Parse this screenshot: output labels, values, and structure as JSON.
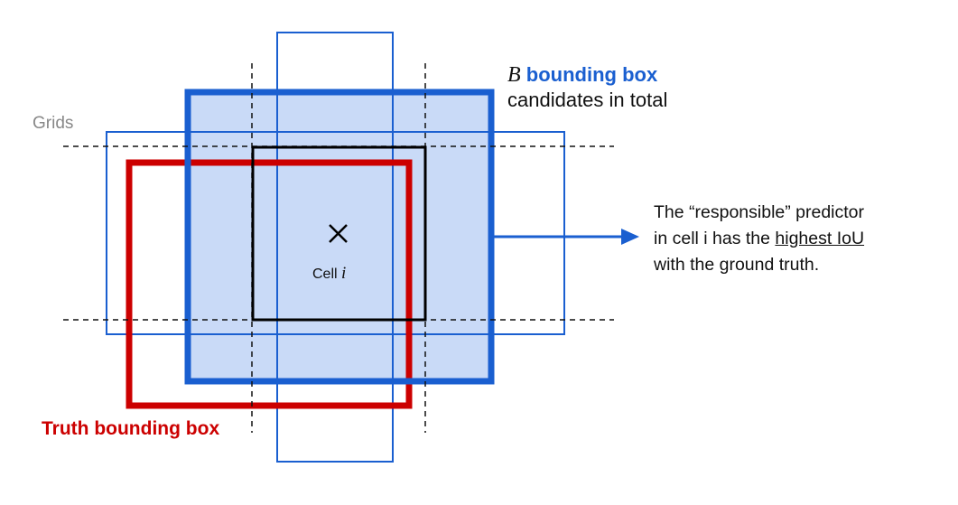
{
  "colors": {
    "accent_blue": "#1a5fd0",
    "candidate_fill": "#c9daf7",
    "truth_red": "#cc0000",
    "grid_dash": "#111111",
    "grids_label": "#888888"
  },
  "labels": {
    "b_symbol": "B",
    "b_bold": "bounding box",
    "b_rest": "candidates in total",
    "grids": "Grids",
    "cell_prefix": "Cell",
    "cell_index": "i",
    "cross": "×",
    "truth": "Truth bounding box",
    "note_line1": "The “responsible” predictor",
    "note_line2_prefix": "in cell i has the ",
    "note_line2_underlined": "highest IoU",
    "note_line3": "with the ground truth."
  }
}
